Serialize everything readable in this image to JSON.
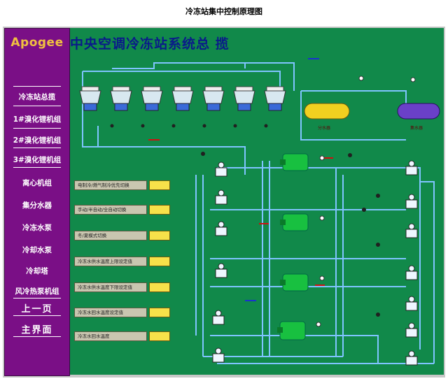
{
  "page_title": "冷冻站集中控制原理图",
  "logo": "Apogee",
  "main_title": "中央空调冷冻站系统总 揽",
  "nav": [
    {
      "label": "冷冻站总揽"
    },
    {
      "label": "1#溴化锂机组"
    },
    {
      "label": "2#溴化锂机组"
    },
    {
      "label": "3#溴化锂机组"
    },
    {
      "label": "离心机组"
    },
    {
      "label": "集分水器"
    },
    {
      "label": "冷冻水泵"
    },
    {
      "label": "冷却水泵"
    },
    {
      "label": "冷却塔"
    },
    {
      "label": "风冷热泵机组"
    }
  ],
  "prev_page": "上一页",
  "home_page": "主界面",
  "controls": [
    {
      "label": "电制冷/燃气制冷优先切换"
    },
    {
      "label": "手动/半自动/全自动切换"
    },
    {
      "label": "冬/夏模式切换"
    },
    {
      "label": "冷冻水供水温度上限设定值"
    },
    {
      "label": "冷冻水供水温度下限设定值"
    },
    {
      "label": "冷冻水回水温度设定值"
    },
    {
      "label": "冷冻水回水温度"
    }
  ],
  "tanks": {
    "supply": "分水器",
    "return": "集水器"
  },
  "colors": {
    "sidebar": "#7a0f86",
    "panel": "#11894a",
    "logo": "#f0c040",
    "control_value": "#f7e14a"
  },
  "icons": [
    "cooling-tower-icon",
    "chiller-icon",
    "pump-icon",
    "tank-icon",
    "valve-icon",
    "sensor-icon",
    "flow-arrow-icon"
  ]
}
